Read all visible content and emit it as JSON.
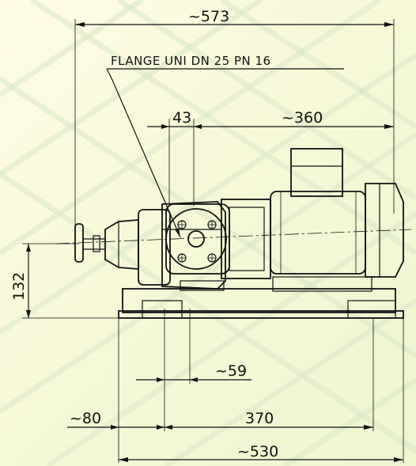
{
  "drawing": {
    "note_flange": "FLANGE UNI DN 25 PN 16",
    "dims": {
      "overall_length": "~573",
      "flange_offset": "43",
      "motor_length": "~360",
      "axis_height": "132",
      "foot_offset": "~59",
      "left_overhang": "~80",
      "foot_spacing": "370",
      "base_length": "~530"
    }
  },
  "colors": {
    "background": "#f8f8dc",
    "lines": "#111111",
    "grid": "#d9e7c6"
  }
}
